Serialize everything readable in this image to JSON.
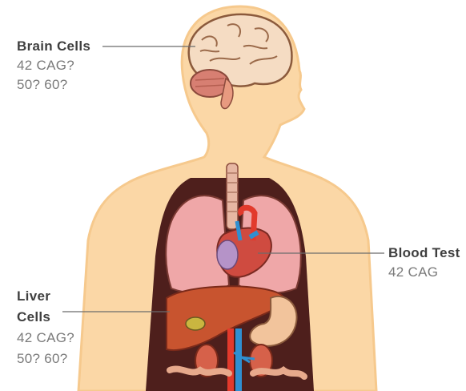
{
  "labels": {
    "brain": {
      "title": "Brain Cells",
      "line1": "42 CAG?",
      "line2": "50? 60?"
    },
    "blood": {
      "title": "Blood Test",
      "line1": "42 CAG"
    },
    "liver": {
      "title_line1": "Liver",
      "title_line2": "Cells",
      "line1": "42 CAG?",
      "line2": "50? 60?"
    }
  },
  "colors": {
    "skin": "#fbd7a6",
    "skin_edge": "#f6c98d",
    "cavity": "#4e1f1c",
    "lung": "#efa7a8",
    "heart": "#cf4b40",
    "liver": "#c8542f",
    "artery": "#e23a2c",
    "vein": "#2f8fd1",
    "leader_line": "#6b6b6b"
  }
}
